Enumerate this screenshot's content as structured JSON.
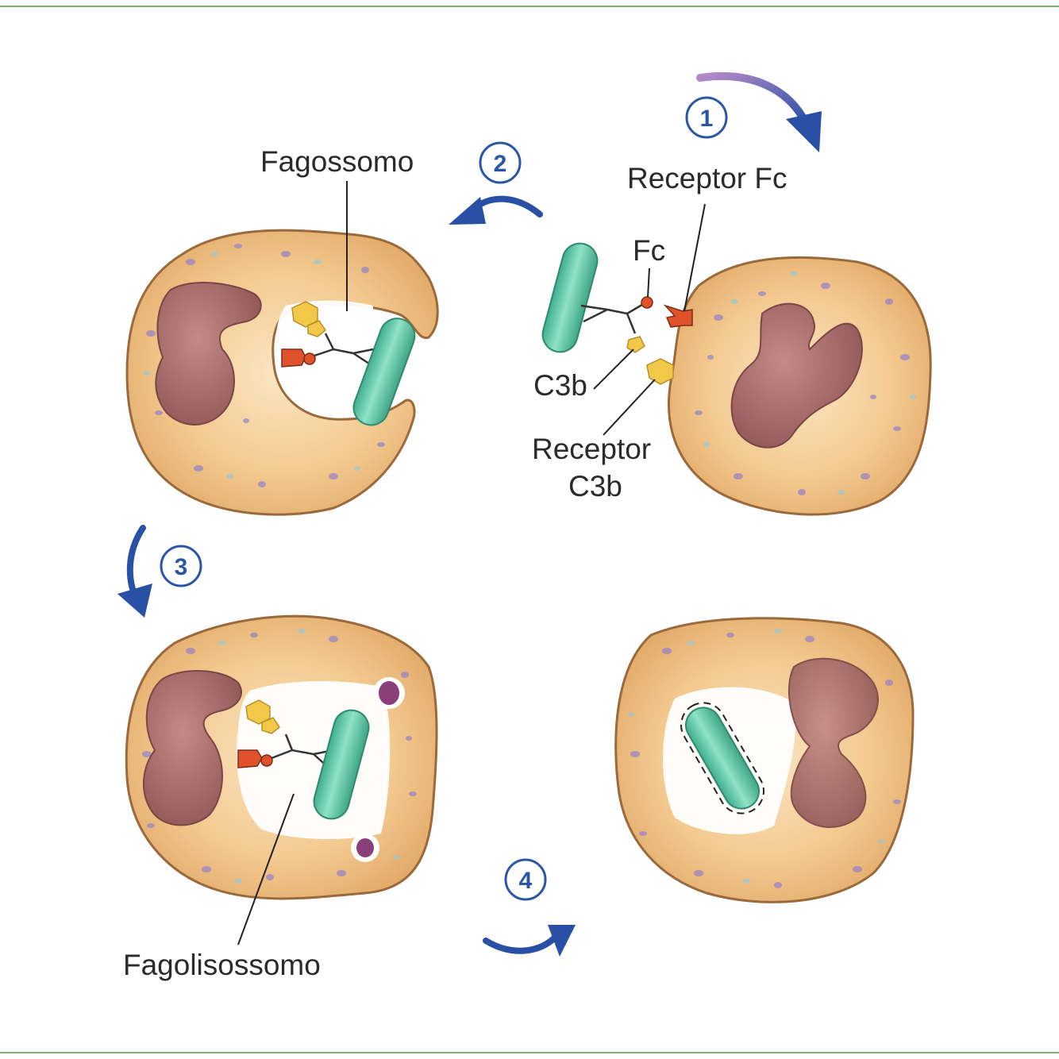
{
  "colors": {
    "frame": "#7fb36a",
    "cytoplasm": "#f2c48a",
    "cytoplasm_edge": "#9b6a3c",
    "nucleus": "#a86a6a",
    "bacterium": "#5fc7a6",
    "fc_receptor": "#e0522c",
    "c3b": "#f1c848",
    "arrow_blue": "#2a50a6",
    "arrow_purple": "#8b5fa8",
    "lysosome": "#8a3f7a"
  },
  "labels": {
    "fagossomo": "Fagossomo",
    "receptor_fc": "Receptor Fc",
    "fc": "Fc",
    "c3b": "C3b",
    "receptor_c3b_line1": "Receptor",
    "receptor_c3b_line2": "C3b",
    "fagolisossomo": "Fagolisossomo"
  },
  "steps": [
    "1",
    "2",
    "3",
    "4"
  ]
}
